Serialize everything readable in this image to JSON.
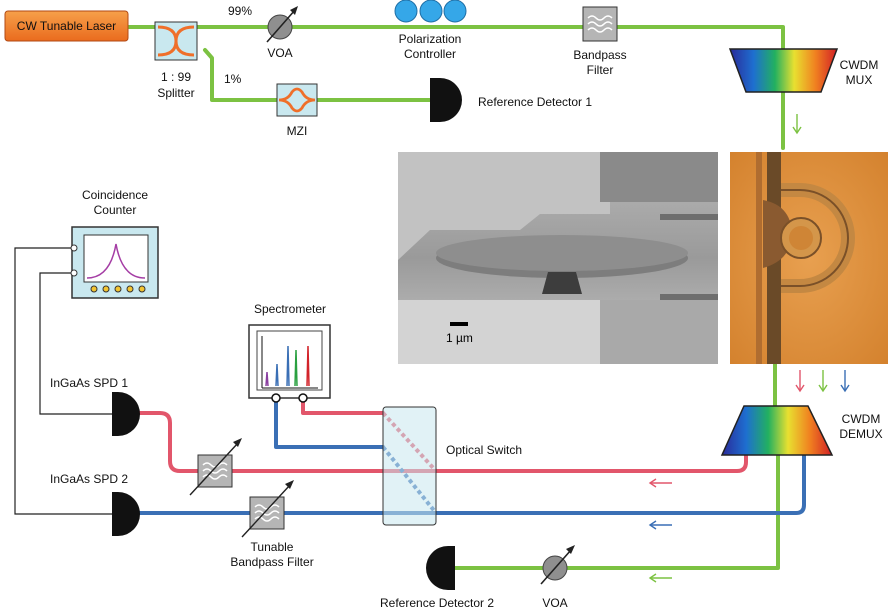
{
  "labels": {
    "laser": "CW Tunable Laser",
    "pct99": "99%",
    "pct1": "1%",
    "splitter": [
      "1 : 99",
      "Splitter"
    ],
    "voa_top": "VOA",
    "pol_ctrl": [
      "Polarization",
      "Controller"
    ],
    "bandpass": [
      "Bandpass",
      "Filter"
    ],
    "cwdm_mux": [
      "CWDM",
      "MUX"
    ],
    "mzi": "MZI",
    "ref_det1": "Reference Detector 1",
    "coinc_counter": [
      "Coincidence",
      "Counter"
    ],
    "spectrometer": "Spectrometer",
    "scale_bar": "1 µm",
    "spd1": "InGaAs SPD 1",
    "spd2": "InGaAs SPD 2",
    "optical_switch": "Optical Switch",
    "cwdm_demux": [
      "CWDM",
      "DEMUX"
    ],
    "tunable_filter": [
      "Tunable",
      "Bandpass Filter"
    ],
    "ref_det2": "Reference Detector 2",
    "voa_bottom": "VOA"
  },
  "colors": {
    "green_fiber": "#7cc242",
    "red_fiber": "#e2566b",
    "blue_fiber": "#3a6fb5",
    "orange": "#f08a3a",
    "pol_blue": "#35a7e8",
    "device_bg": "#c9e8ef"
  }
}
